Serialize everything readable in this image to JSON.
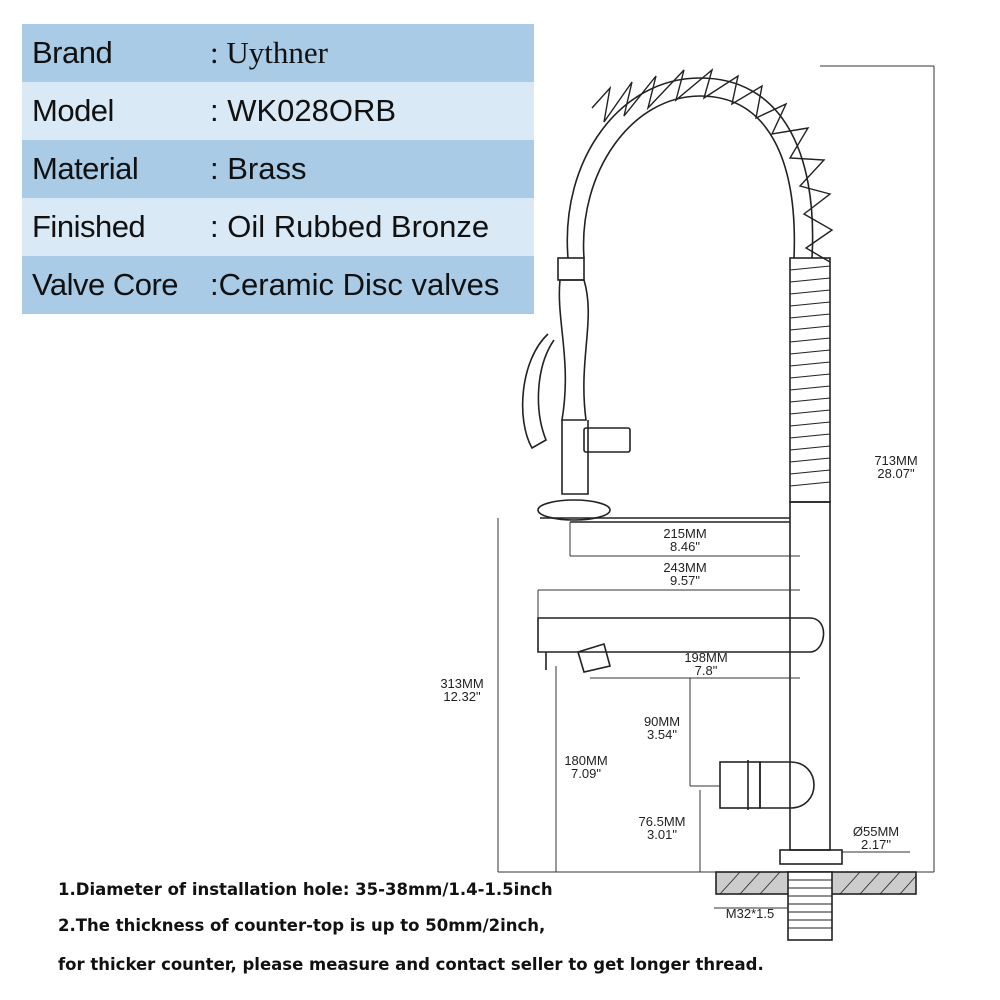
{
  "specs": [
    {
      "key": "Brand",
      "value": ": Uythner"
    },
    {
      "key": "Model",
      "value": ": WK028ORB"
    },
    {
      "key": "Material",
      "value": ": Brass"
    },
    {
      "key": "Finished",
      "value": ": Oil Rubbed Bronze"
    },
    {
      "key": "Valve Core",
      "value": ":Ceramic Disc valves"
    }
  ],
  "dimensions": {
    "height_total": {
      "mm": "713MM",
      "in": "28.07\""
    },
    "reach_upper": {
      "mm": "215MM",
      "in": "8.46\""
    },
    "reach_spout": {
      "mm": "243MM",
      "in": "9.57\""
    },
    "reach_lower": {
      "mm": "198MM",
      "in": "7.8\""
    },
    "base_height": {
      "mm": "313MM",
      "in": "12.32\""
    },
    "spout_height": {
      "mm": "180MM",
      "in": "7.09\""
    },
    "handle_offset": {
      "mm": "90MM",
      "in": "3.54\""
    },
    "handle_height": {
      "mm": "76.5MM",
      "in": "3.01\""
    },
    "base_diameter": {
      "mm": "Ø55MM",
      "in": "2.17\""
    },
    "thread": "M32*1.5"
  },
  "notes": [
    "1.Diameter of installation hole: 35-38mm/1.4-1.5inch",
    "2.The thickness of counter-top is up to 50mm/2inch,",
    "for thicker counter, please measure and contact seller to get longer thread."
  ]
}
